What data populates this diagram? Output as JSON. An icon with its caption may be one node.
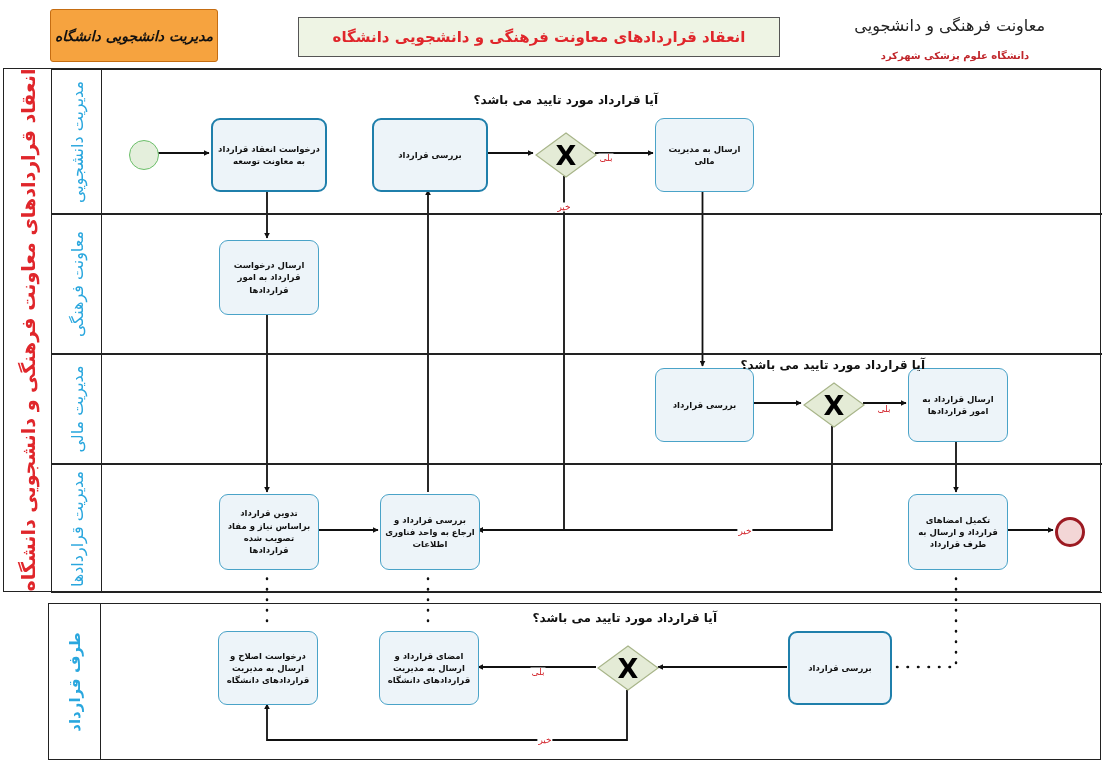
{
  "diagram": {
    "title": "انعقاد قراردادهای معاونت فرهنگی و دانشجویی دانشگاه",
    "nodes": [
      {
        "text": [
          "مدیریت دانشجویی دانشگاه"
        ]
      },
      {
        "text": [
          "انعقاد قراردادهای معاونت فرهنگی و دانشجویی دانشگاه"
        ]
      },
      {
        "text": [
          "مدیریت دانشجویی"
        ],
        "in": 1
      },
      {
        "text": [
          "معاونت فرهنگی"
        ],
        "in": 1
      },
      {
        "text": [
          "مدیریت مالی"
        ],
        "in": 1
      },
      {
        "text": [
          "مدیریت قراردادها"
        ],
        "in": 1
      },
      {
        "text": [
          "طرف قرارداد"
        ]
      },
      {
        "text": [],
        "shape": "circle",
        "in": 2
      },
      {
        "text": [
          "درخواست انعقاد قرارداد به معاونت توسعه"
        ],
        "in": 2
      },
      {
        "text": [
          "بررسی قرارداد"
        ],
        "in": 2
      },
      {
        "text": [
          "X"
        ],
        "in": 2
      },
      {
        "text": [
          "ارسال به مدیریت مالی"
        ],
        "in": 2
      },
      {
        "text": [
          "ارسال درخواست قرارداد به امور قراردادها"
        ],
        "in": 3
      },
      {
        "text": [
          "بررسی قرارداد"
        ],
        "in": 4
      },
      {
        "text": [
          "X"
        ],
        "in": 4
      },
      {
        "text": [
          "ارسال قرارداد به امور قراردادها"
        ],
        "in": 4
      },
      {
        "text": [
          "تدوین قرارداد براساس نیاز و مفاد تصویب شده قراردادها"
        ],
        "in": 5
      },
      {
        "text": [
          "بررسی قرارداد و ارجاع به واحد فناوری اطلاعات"
        ],
        "in": 5
      },
      {
        "text": [
          "تکمیل امضاهای قرارداد و ارسال به طرف قرارداد"
        ],
        "in": 5
      },
      {
        "text": [],
        "shape": "circle",
        "in": 5
      },
      {
        "text": [
          "درخواست اصلاح و ارسال به مدیریت قراردادهای دانشگاه"
        ],
        "in": 6
      },
      {
        "text": [
          "امضای قرارداد و ارسال به مدیریت قراردادهای دانشگاه"
        ],
        "in": 6
      },
      {
        "text": [
          "X"
        ],
        "in": 6
      },
      {
        "text": [
          "بررسی قرارداد"
        ],
        "in": 6
      }
    ],
    "edges": [
      {
        "from": 7,
        "to": 8,
        "arrow": "to"
      },
      {
        "from": 8,
        "to": 12,
        "arrow": "to"
      },
      {
        "from": 12,
        "to": 16,
        "arrow": "to"
      },
      {
        "from": 16,
        "to": 17,
        "arrow": "to"
      },
      {
        "from": 17,
        "to": 9,
        "arrow": "to"
      },
      {
        "from": 9,
        "to": 10,
        "arrow": "to"
      },
      {
        "from": 10,
        "to": 11,
        "arrow": "to",
        "label": "بلی"
      },
      {
        "from": 10,
        "to": 17,
        "arrow": "to",
        "label": "خیر"
      },
      {
        "from": 11,
        "to": 13,
        "arrow": "to"
      },
      {
        "from": 13,
        "to": 14,
        "arrow": "to"
      },
      {
        "from": 14,
        "to": 15,
        "arrow": "to",
        "label": "بلی"
      },
      {
        "from": 14,
        "to": 17,
        "arrow": "to",
        "label": "خیر"
      },
      {
        "from": 15,
        "to": 18,
        "arrow": "to"
      },
      {
        "from": 18,
        "to": 19,
        "arrow": "to"
      },
      {
        "from": 16,
        "to": 20,
        "arrow": "none",
        "style": "dashed"
      },
      {
        "from": 17,
        "to": 21,
        "arrow": "none",
        "style": "dashed"
      },
      {
        "from": 18,
        "to": 23,
        "arrow": "none",
        "style": "dashed"
      },
      {
        "from": 23,
        "to": 22,
        "arrow": "to"
      },
      {
        "from": 22,
        "to": 21,
        "arrow": "to",
        "label": "بلی"
      },
      {
        "from": 22,
        "to": 20,
        "arrow": "to",
        "label": "خیر"
      }
    ],
    "labels": [
      "معاونت فرهنگی و دانشجویی",
      "دانشگاه علوم پزشکی شهرکرد",
      "آیا قرارداد مورد تایید می باشد؟",
      "آیا قرارداد مورد تایید می باشد؟",
      "آیا قرارداد مورد تایید می باشد؟"
    ]
  }
}
